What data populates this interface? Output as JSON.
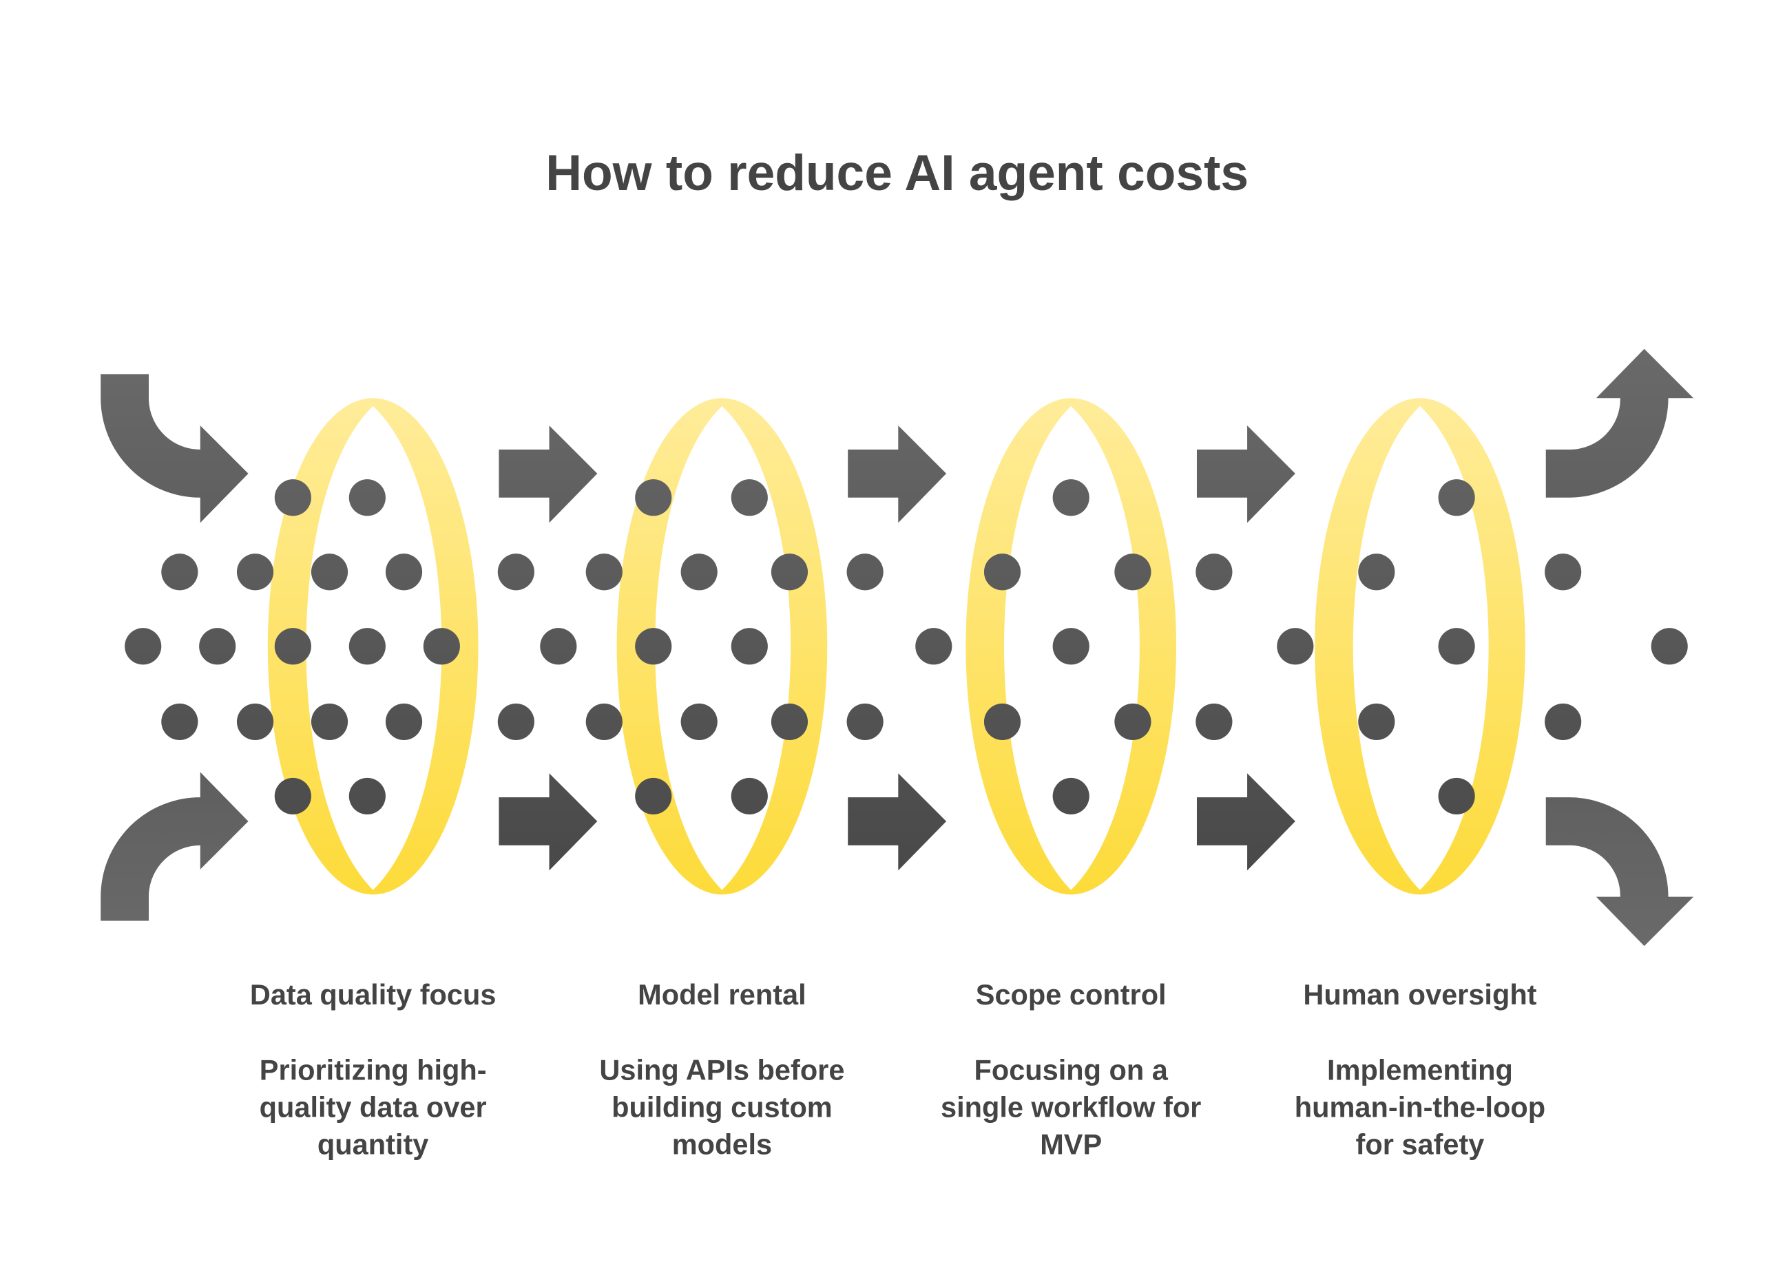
{
  "title": "How to reduce AI agent costs",
  "colors": {
    "ring_top": "#FFEC9A",
    "ring_bottom": "#FDDB3A",
    "dark_top": "#676767",
    "dark_bottom": "#474747",
    "text": "#444444"
  },
  "stages": [
    {
      "title": "Data quality focus",
      "lines": [
        "Prioritizing high-",
        "quality data over",
        "quantity"
      ]
    },
    {
      "title": "Model rental",
      "lines": [
        "Using APIs before",
        "building custom",
        "models"
      ]
    },
    {
      "title": "Scope control",
      "lines": [
        "Focusing on a",
        "single workflow for",
        "MVP"
      ]
    },
    {
      "title": "Human oversight",
      "lines": [
        "Implementing",
        "human-in-the-loop",
        "for safety"
      ]
    }
  ]
}
